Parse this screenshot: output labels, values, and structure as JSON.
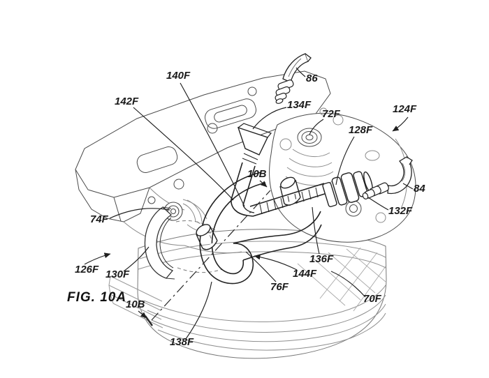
{
  "figure": {
    "caption": "FIG. 10A",
    "colors": {
      "ink": "#2b2b2b",
      "light_line": "#9a9a9a",
      "paper": "#ffffff"
    },
    "ref_labels": [
      {
        "id": "140F",
        "text": "140F"
      },
      {
        "id": "142F",
        "text": "142F"
      },
      {
        "id": "86",
        "text": "86"
      },
      {
        "id": "134F",
        "text": "134F"
      },
      {
        "id": "72F",
        "text": "72F"
      },
      {
        "id": "124F",
        "text": "124F"
      },
      {
        "id": "128F",
        "text": "128F"
      },
      {
        "id": "10B-upper",
        "text": "10B"
      },
      {
        "id": "84",
        "text": "84"
      },
      {
        "id": "132F",
        "text": "132F"
      },
      {
        "id": "74F",
        "text": "74F"
      },
      {
        "id": "126F",
        "text": "126F"
      },
      {
        "id": "130F",
        "text": "130F"
      },
      {
        "id": "136F",
        "text": "136F"
      },
      {
        "id": "144F",
        "text": "144F"
      },
      {
        "id": "76F",
        "text": "76F"
      },
      {
        "id": "70F",
        "text": "70F"
      },
      {
        "id": "10B-lower",
        "text": "10B"
      },
      {
        "id": "138F",
        "text": "138F"
      }
    ]
  }
}
